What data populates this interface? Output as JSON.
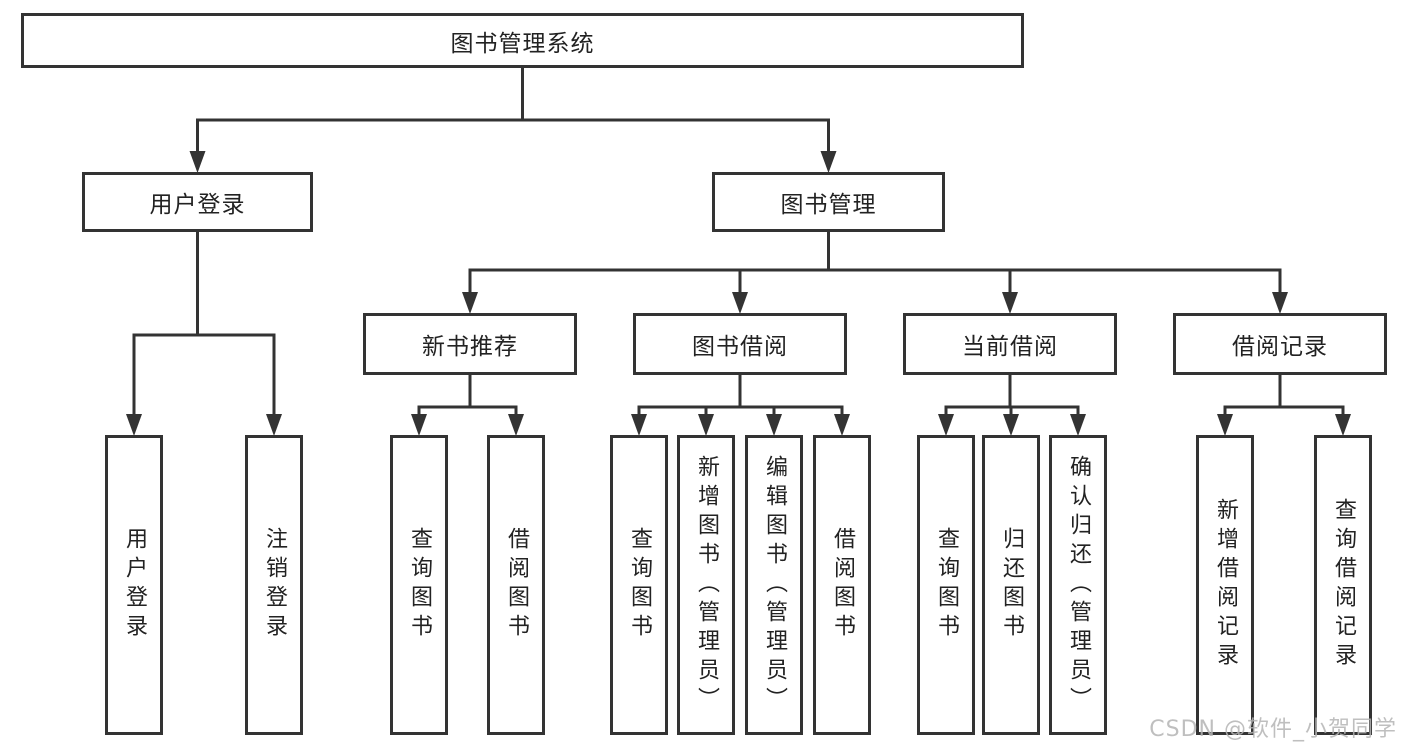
{
  "tree": {
    "id": "root",
    "label": "图书管理系统",
    "children": [
      {
        "id": "user-login",
        "label": "用户登录",
        "children": [
          {
            "id": "leaf-user-login",
            "label": "用户登录",
            "vertical": true
          },
          {
            "id": "leaf-logout",
            "label": "注销登录",
            "vertical": true
          }
        ]
      },
      {
        "id": "book-mgmt",
        "label": "图书管理",
        "children": [
          {
            "id": "new-book-rec",
            "label": "新书推荐",
            "children": [
              {
                "id": "leaf-query-books-1",
                "label": "查询图书",
                "vertical": true
              },
              {
                "id": "leaf-borrow-books-1",
                "label": "借阅图书",
                "vertical": true
              }
            ]
          },
          {
            "id": "book-borrow",
            "label": "图书借阅",
            "children": [
              {
                "id": "leaf-query-books-2",
                "label": "查询图书",
                "vertical": true
              },
              {
                "id": "leaf-add-book",
                "label": "新增图书（管理员）",
                "vertical": true
              },
              {
                "id": "leaf-edit-book",
                "label": "编辑图书（管理员）",
                "vertical": true
              },
              {
                "id": "leaf-borrow-books-2",
                "label": "借阅图书",
                "vertical": true
              }
            ]
          },
          {
            "id": "current-borrow",
            "label": "当前借阅",
            "children": [
              {
                "id": "leaf-query-books-3",
                "label": "查询图书",
                "vertical": true
              },
              {
                "id": "leaf-return-book",
                "label": "归还图书",
                "vertical": true
              },
              {
                "id": "leaf-confirm-return",
                "label": "确认归还（管理员）",
                "vertical": true
              }
            ]
          },
          {
            "id": "borrow-records",
            "label": "借阅记录",
            "children": [
              {
                "id": "leaf-add-borrow-record",
                "label": "新增借阅记录",
                "vertical": true
              },
              {
                "id": "leaf-query-borrow-record",
                "label": "查询借阅记录",
                "vertical": true
              }
            ]
          }
        ]
      }
    ]
  },
  "watermark": {
    "text": "CSDN @软件_小贺同学"
  },
  "colors": {
    "line": "#333333",
    "box_border": "#333333",
    "box_fill": "#ffffff",
    "text": "#222222",
    "watermark": "#b5b5b5"
  }
}
